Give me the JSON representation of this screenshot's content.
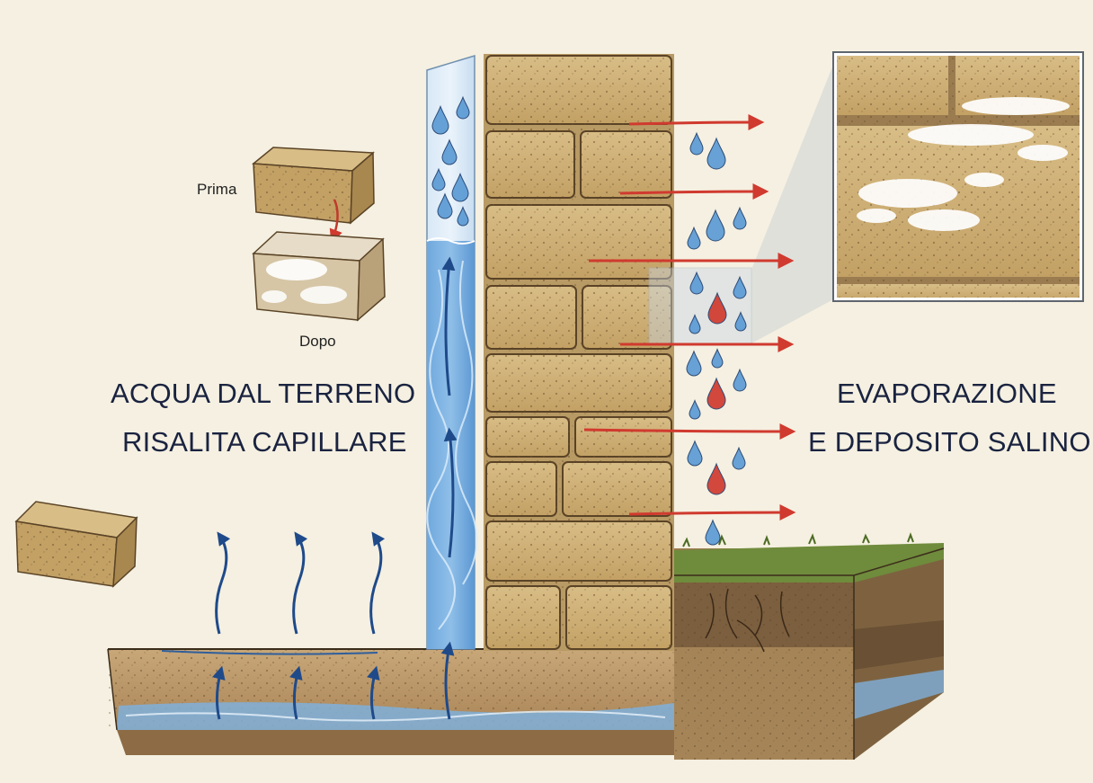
{
  "labels": {
    "left_line1": "ACQUA DAL TERRENO",
    "left_line2": "RISALITA CAPILLARE",
    "right_line1": "EVAPORAZIONE",
    "right_line2": "E DEPOSITO SALINO",
    "before": "Prima",
    "after": "Dopo"
  },
  "icons": {
    "wall": "brick-wall-icon",
    "moisture": "water-drop-icon",
    "rise": "rising-arrow-icon",
    "evaporation": "red-arrow-icon",
    "detail": "magnifier-inset-icon"
  },
  "colors": {
    "background": "#f5f0e1",
    "water": "#5b9bd5",
    "arrow_blue": "#1f4a8a",
    "arrow_red": "#d03a2f",
    "stone": "#c9a86b",
    "soil": "#8c6b45",
    "grass": "#6f8b3c",
    "text": "#1a2340"
  }
}
